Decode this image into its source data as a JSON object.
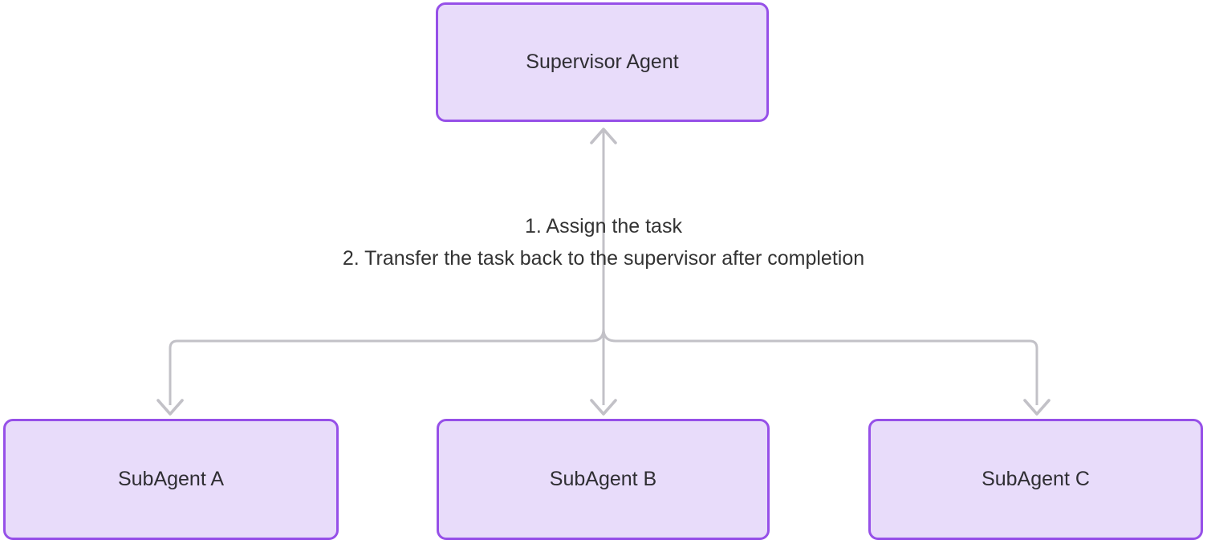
{
  "diagram": {
    "type": "flowchart",
    "colors": {
      "node_fill": "#e8dcfa",
      "node_border": "#9650e8",
      "edge": "#c2c1c7",
      "text": "#2f2e33",
      "background": "#ffffff"
    },
    "nodes": {
      "supervisor": {
        "label": "Supervisor Agent"
      },
      "subagent_a": {
        "label": "SubAgent A"
      },
      "subagent_b": {
        "label": "SubAgent B"
      },
      "subagent_c": {
        "label": "SubAgent C"
      }
    },
    "edge_label": {
      "line1": "1. Assign the task",
      "line2": "2. Transfer the task back to the supervisor after completion"
    },
    "edges": [
      {
        "from": "junction",
        "to": "supervisor",
        "direction": "up"
      },
      {
        "from": "junction",
        "to": "subagent_a",
        "direction": "down"
      },
      {
        "from": "junction",
        "to": "subagent_b",
        "direction": "down"
      },
      {
        "from": "junction",
        "to": "subagent_c",
        "direction": "down"
      }
    ]
  }
}
